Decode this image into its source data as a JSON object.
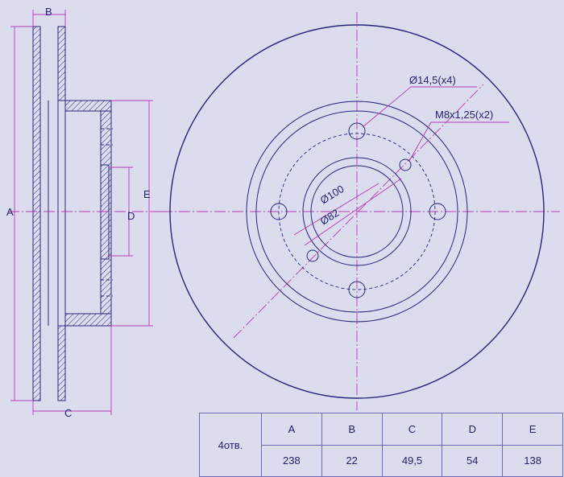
{
  "labels": {
    "a": "A",
    "b": "B",
    "c": "C",
    "d": "D",
    "e": "E",
    "hole_main": "Ø14,5(x4)",
    "hole_thread": "M8x1,25(x2)",
    "pcd": "Ø100",
    "bore": "Ø82"
  },
  "table": {
    "qty": "4отв.",
    "headers": [
      "A",
      "B",
      "C",
      "D",
      "E"
    ],
    "values": [
      "238",
      "22",
      "49,5",
      "54",
      "138"
    ]
  }
}
